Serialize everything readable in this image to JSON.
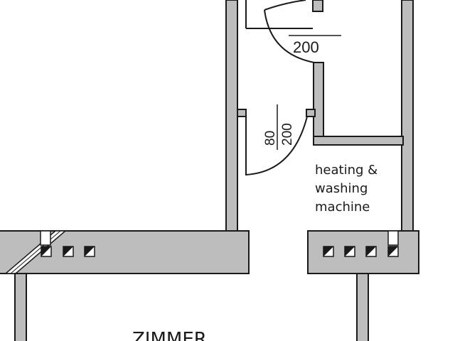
{
  "floor_plan": {
    "labels": {
      "door_upper_dimension": "200",
      "door_lower_width": "80",
      "door_lower_height": "200",
      "utility_line_1": "heating &",
      "utility_line_2": "washing",
      "utility_line_3": "machine",
      "room_name": "ZIMMER"
    },
    "colors": {
      "wall_fill": "#bdbdbd",
      "wall_stroke": "#1a1a1a",
      "background": "#ffffff"
    }
  }
}
